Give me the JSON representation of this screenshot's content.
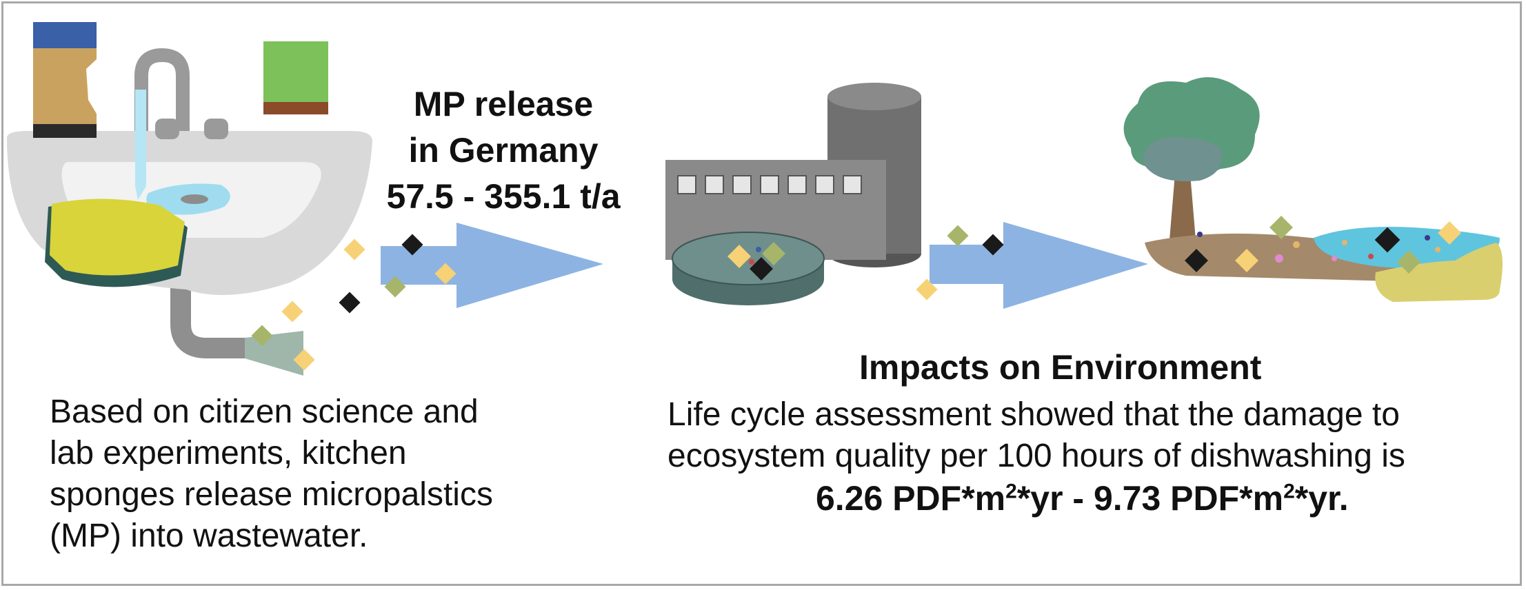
{
  "mp_release": {
    "line1": "MP release",
    "line2": "in Germany",
    "line3": "57.5 - 355.1 t/a"
  },
  "left_caption": {
    "line1": "Based on citizen science and",
    "line2": "lab experiments, kitchen",
    "line3": "sponges release micropalstics",
    "line4": "(MP) into wastewater."
  },
  "impacts": {
    "title": "Impacts on Environment",
    "line1": "Life cycle assessment showed that the damage to",
    "line2": "ecosystem quality per 100 hours of dishwashing is",
    "value": {
      "low": "6.26 PDF*m",
      "low_exp": "2",
      "low_unit": "*yr - 9.73 PDF*m",
      "high_exp": "2",
      "high_unit": "*yr."
    }
  },
  "colors": {
    "arrow": "#8db3e2",
    "particle_yellow": "#f7d175",
    "particle_olive": "#a7b56b",
    "particle_black": "#1a1a1a",
    "sink": "#d8d8d8",
    "plant_building": "#8a8a8a",
    "clarifier": "#6f8f8c",
    "water": "#5fc4de",
    "soil": "#a48a6a",
    "tree_crown": "#5a9b7b"
  },
  "icons": [
    "kitchen-sink-icon",
    "sponge-icon",
    "wastewater-plant-icon",
    "environment-landscape-icon"
  ]
}
